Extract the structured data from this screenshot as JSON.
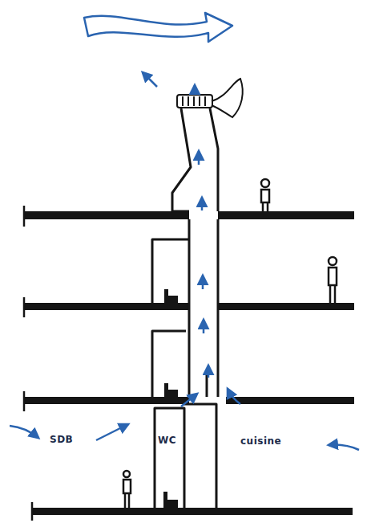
{
  "diagram": {
    "labels": [
      "SDB",
      "WC",
      "cuisine"
    ]
  }
}
